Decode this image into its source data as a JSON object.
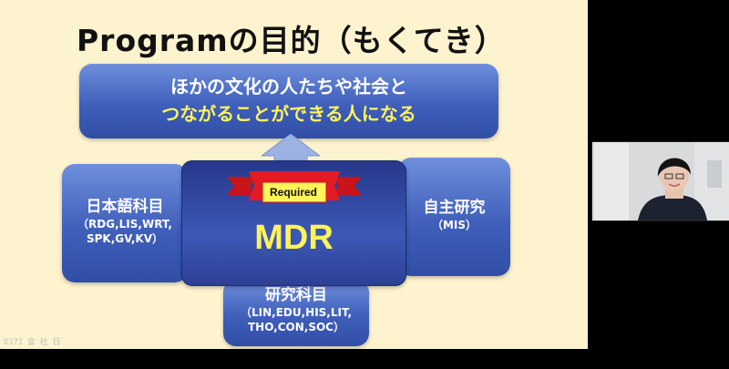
{
  "slide": {
    "title": "Programの目的（もくてき）",
    "goal": {
      "line1": "ほかの文化の人たちや社会と",
      "line2": "つながることができる人になる"
    },
    "left_box": {
      "title": "日本語科目",
      "sub1": "（RDG,LIS,WRT,",
      "sub2": "SPK,GV,KV）"
    },
    "center_box": {
      "ribbon_label": "Required",
      "title": "MDR"
    },
    "right_box": {
      "title": "自主研究",
      "sub": "（MIS）"
    },
    "bottom_box": {
      "title": "研究科目",
      "sub1": "（LIN,EDU,HIS,LIT,",
      "sub2": "THO,CON,SOC）"
    },
    "footer_glyphs": "ﾛｺｱｴ 会 社 日"
  },
  "colors": {
    "slide_bg": "#fdf3cf",
    "box_blue": "#3f5fbb",
    "highlight_yellow": "#fff35a",
    "ribbon_red": "#e31b23"
  },
  "video": {
    "icon": "participant-video-thumbnail"
  }
}
